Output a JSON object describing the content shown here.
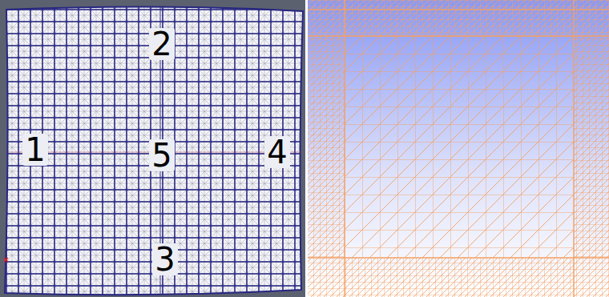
{
  "diagram": {
    "labels": [
      "2",
      "1",
      "5",
      "4",
      "3"
    ]
  }
}
